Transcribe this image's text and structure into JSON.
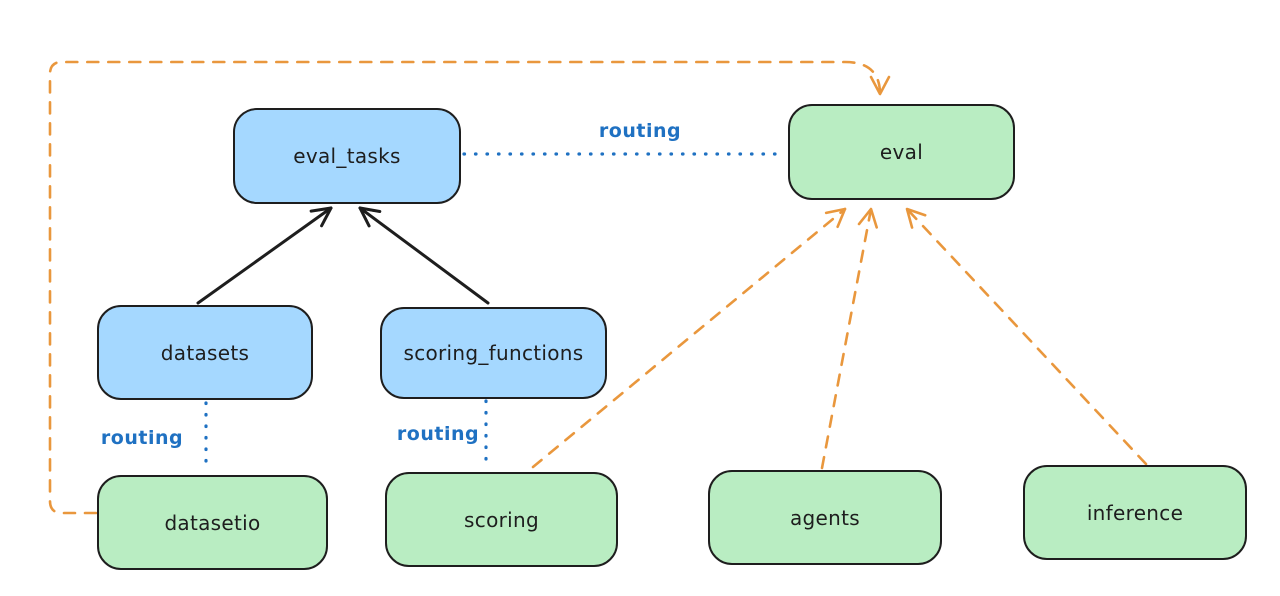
{
  "diagram": {
    "title_hint": "eval architecture diagram",
    "colors": {
      "background": "#ffffff",
      "node_border": "#1e1e1e",
      "node_text": "#1e1e1e",
      "resource_blue_fill": "#a5d8ff",
      "api_green_fill": "#b9edc2",
      "routing_blue": "#1f71c2",
      "provider_orange": "#e9973d",
      "inheritance_black": "#1e1e1e"
    },
    "nodes": {
      "eval_tasks": {
        "label": "eval_tasks",
        "fill": "blue"
      },
      "eval": {
        "label": "eval",
        "fill": "green"
      },
      "datasets": {
        "label": "datasets",
        "fill": "blue"
      },
      "scoring_functions": {
        "label": "scoring_functions",
        "fill": "blue"
      },
      "datasetio": {
        "label": "datasetio",
        "fill": "green"
      },
      "scoring": {
        "label": "scoring",
        "fill": "green"
      },
      "agents": {
        "label": "agents",
        "fill": "green"
      },
      "inference": {
        "label": "inference",
        "fill": "green"
      }
    },
    "edges": [
      {
        "from": "datasets",
        "to": "eval_tasks",
        "style": "solid-black-arrow"
      },
      {
        "from": "scoring_functions",
        "to": "eval_tasks",
        "style": "solid-black-arrow"
      },
      {
        "from": "eval_tasks",
        "to": "eval",
        "style": "dotted-blue",
        "label": "routing"
      },
      {
        "from": "datasets",
        "to": "datasetio",
        "style": "dotted-blue",
        "label": "routing"
      },
      {
        "from": "scoring_functions",
        "to": "scoring",
        "style": "dotted-blue",
        "label": "routing"
      },
      {
        "from": "datasetio",
        "to": "eval",
        "style": "dashed-orange-arrow"
      },
      {
        "from": "scoring",
        "to": "eval",
        "style": "dashed-orange-arrow"
      },
      {
        "from": "agents",
        "to": "eval",
        "style": "dashed-orange-arrow"
      },
      {
        "from": "inference",
        "to": "eval",
        "style": "dashed-orange-arrow"
      }
    ]
  }
}
